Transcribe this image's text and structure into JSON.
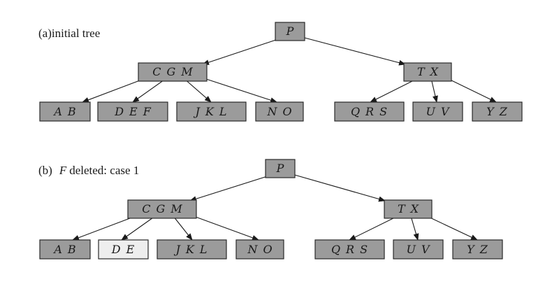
{
  "diagrams": [
    {
      "caption": {
        "label": "(a)",
        "italic": "",
        "text": "initial tree"
      },
      "nodes": [
        {
          "id": "root",
          "keys": "P",
          "style": "gray"
        },
        {
          "id": "left-internal",
          "keys": "C G M",
          "style": "gray"
        },
        {
          "id": "right-internal",
          "keys": "T X",
          "style": "gray"
        },
        {
          "id": "leaf-ab",
          "keys": "A B",
          "style": "gray"
        },
        {
          "id": "leaf-def",
          "keys": "D E F",
          "style": "gray"
        },
        {
          "id": "leaf-jkl",
          "keys": "J K L",
          "style": "gray"
        },
        {
          "id": "leaf-no",
          "keys": "N O",
          "style": "gray"
        },
        {
          "id": "leaf-qrs",
          "keys": "Q R S",
          "style": "gray"
        },
        {
          "id": "leaf-uv",
          "keys": "U V",
          "style": "gray"
        },
        {
          "id": "leaf-yz",
          "keys": "Y Z",
          "style": "gray"
        }
      ]
    },
    {
      "caption": {
        "label": "(b)",
        "italic": "F",
        "text": "deleted: case 1"
      },
      "nodes": [
        {
          "id": "root",
          "keys": "P",
          "style": "gray"
        },
        {
          "id": "left-internal",
          "keys": "C G M",
          "style": "gray"
        },
        {
          "id": "right-internal",
          "keys": "T X",
          "style": "gray"
        },
        {
          "id": "leaf-ab",
          "keys": "A B",
          "style": "gray"
        },
        {
          "id": "leaf-de",
          "keys": "D E",
          "style": "light"
        },
        {
          "id": "leaf-jkl",
          "keys": "J K L",
          "style": "gray"
        },
        {
          "id": "leaf-no",
          "keys": "N O",
          "style": "gray"
        },
        {
          "id": "leaf-qrs",
          "keys": "Q R S",
          "style": "gray"
        },
        {
          "id": "leaf-uv",
          "keys": "U V",
          "style": "gray"
        },
        {
          "id": "leaf-yz",
          "keys": "Y Z",
          "style": "gray"
        }
      ]
    }
  ],
  "colors": {
    "node_fill": "#9b9b9b",
    "modified_node_fill": "#eeeeee",
    "stroke": "#2a2a2a"
  }
}
